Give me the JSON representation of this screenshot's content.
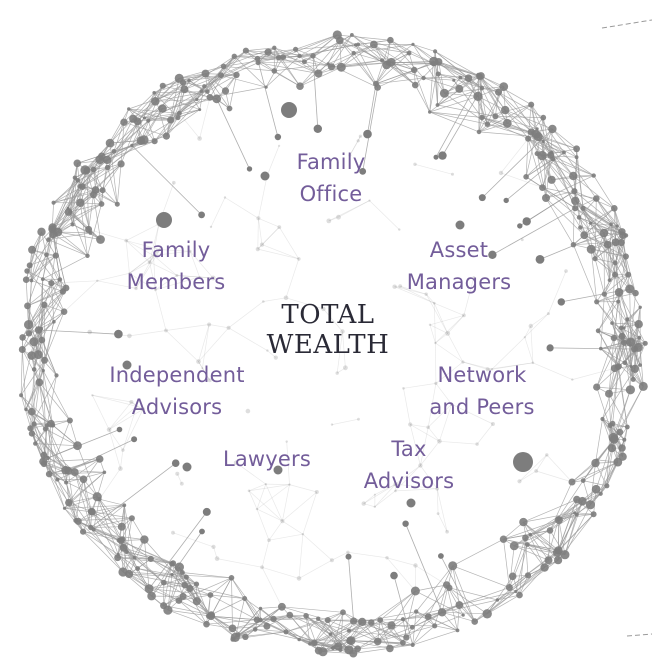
{
  "colors": {
    "label": "#735d9a",
    "center": "#2a2a36",
    "network_line": "#9a9a9a",
    "network_node": "#7d7d7d",
    "background": "#ffffff"
  },
  "center": {
    "line1": "TOTAL",
    "line2": "WEALTH"
  },
  "labels": {
    "family_office": {
      "line1": "Family",
      "line2": "Office"
    },
    "family_members": {
      "line1": "Family",
      "line2": "Members"
    },
    "asset_managers": {
      "line1": "Asset",
      "line2": "Managers"
    },
    "independent_advisors": {
      "line1": "Independent",
      "line2": "Advisors"
    },
    "network_and_peers": {
      "line1": "Network",
      "line2": "and Peers"
    },
    "lawyers": {
      "line1": "Lawyers"
    },
    "tax_advisors": {
      "line1": "Tax",
      "line2": "Advisors"
    }
  }
}
